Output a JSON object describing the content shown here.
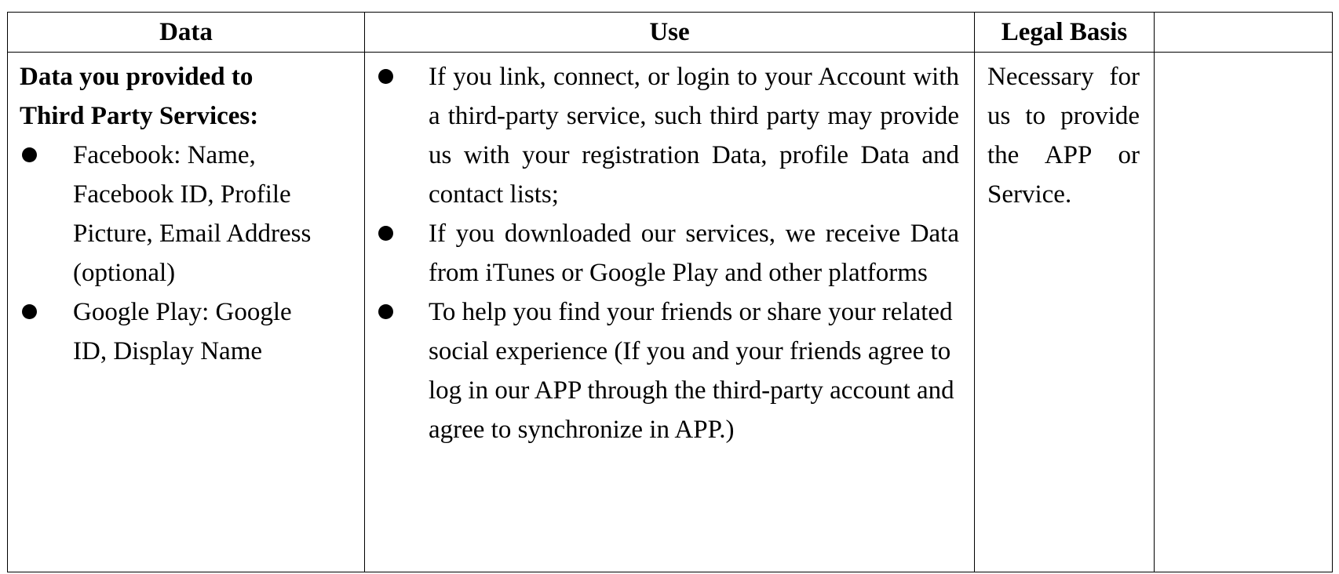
{
  "table": {
    "headers": {
      "data": "Data",
      "use": "Use",
      "legal_basis": "Legal Basis",
      "extra": ""
    },
    "row": {
      "data_heading": "Data you provided to Third Party Services:",
      "data_items": [
        "Facebook: Name, Facebook ID, Profile Picture, Email Address (optional)",
        "Google Play: Google ID, Display Name"
      ],
      "use_items": [
        "If you link, connect, or login to your Account with a third-party service, such third party may provide us with your registration Data, profile Data and contact lists;",
        "If you downloaded our services, we receive Data from iTunes or Google Play and other platforms",
        "To help you find your friends or share your related social experience (If you and your friends agree to log in our APP through the third-party account and agree to synchronize in APP.)"
      ],
      "legal_basis": "Necessary for us to provide the APP or Service.",
      "extra": ""
    }
  }
}
